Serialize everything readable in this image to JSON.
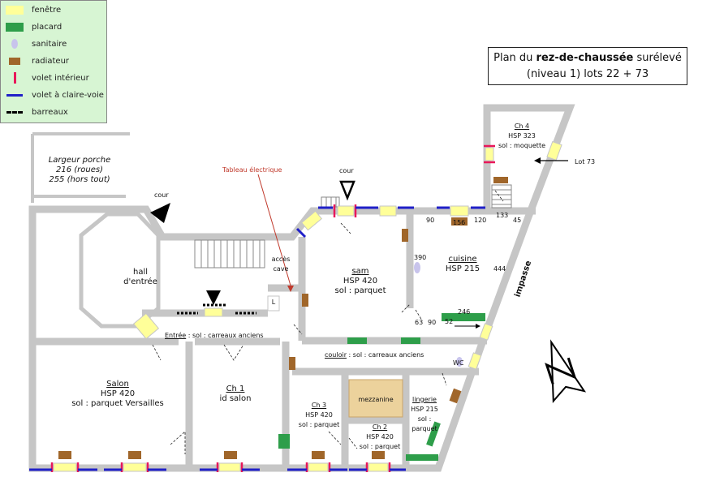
{
  "legend": {
    "items": [
      {
        "label": "fenêtre",
        "symbol": "window",
        "color": "#ffff99"
      },
      {
        "label": "placard",
        "symbol": "cupboard",
        "color": "#2e9e4a"
      },
      {
        "label": "sanitaire",
        "symbol": "sanitary",
        "color": "#c8c4ec"
      },
      {
        "label": "radiateur",
        "symbol": "radiator",
        "color": "#a0662a"
      },
      {
        "label": "volet intérieur",
        "symbol": "inner-shutter",
        "color": "#e8185a"
      },
      {
        "label": "volet à claire-voie",
        "symbol": "openwork-shutter",
        "color": "#2020c8"
      },
      {
        "label": "barreaux",
        "symbol": "bars",
        "color": "#000000"
      }
    ]
  },
  "title": {
    "line1_prefix": "Plan du ",
    "line1_bold": "rez-de-chaussée",
    "line1_suffix": " surélevé",
    "line2": "(niveau 1) lots 22 + 73"
  },
  "porch": {
    "line1": "Largeur porche",
    "line2": "216 (roues)",
    "line3": "255 (hors tout)"
  },
  "labels": {
    "cour_left": "cour",
    "cour_top": "cour",
    "tableau": "Tableau électrique",
    "hall_1": "hall",
    "hall_2": "d'entrée",
    "entree_name": "Entrée",
    "entree_rest": " : sol : carreaux anciens",
    "acces_1": "accès",
    "acces_2": "cave",
    "sam_name": "sam",
    "sam_hsp": "HSP 420",
    "sam_sol": "sol : parquet",
    "cuisine_name": "cuisine",
    "cuisine_hsp": "HSP 215",
    "ch4_name": "Ch 4",
    "ch4_hsp": "HSP 323",
    "ch4_sol": "sol : moquette",
    "lot73": "Lot 73",
    "couloir_name": "couloir",
    "couloir_rest": " : sol : carreaux anciens",
    "wc": "WC",
    "impasse": "impasse",
    "salon_name": "Salon",
    "salon_hsp": "HSP 420",
    "salon_sol": "sol : parquet Versailles",
    "ch1_name": "Ch 1",
    "ch1_sol": "id salon",
    "ch3_name": "Ch 3",
    "ch3_hsp": "HSP 420",
    "ch3_sol": "sol : parquet",
    "mezzanine": "mezzanine",
    "ch2_name": "Ch 2",
    "ch2_hsp": "HSP 420",
    "ch2_sol": "sol : parquet",
    "lingerie_name": "lingerie",
    "lingerie_hsp": "HSP 215",
    "lingerie_sol1": "sol :",
    "lingerie_sol2": "parquet",
    "L": "L"
  },
  "dimensions": {
    "d90a": "90",
    "d156": "156",
    "d120": "120",
    "d133": "133",
    "d45": "45",
    "d390": "390",
    "d444": "444",
    "d246": "246",
    "d63": "63",
    "d90b": "90",
    "d52": "52"
  },
  "colors": {
    "wall": "#c6c6c6",
    "window": "#ffff99",
    "cupboard": "#2e9e4a",
    "radiator": "#a0662a",
    "inner_shutter": "#e8185a",
    "openwork_shutter": "#2020c8",
    "mezzanine": "#ecd29c",
    "legend_bg": "#d7f5d3",
    "arrow_red": "#c0392b"
  }
}
